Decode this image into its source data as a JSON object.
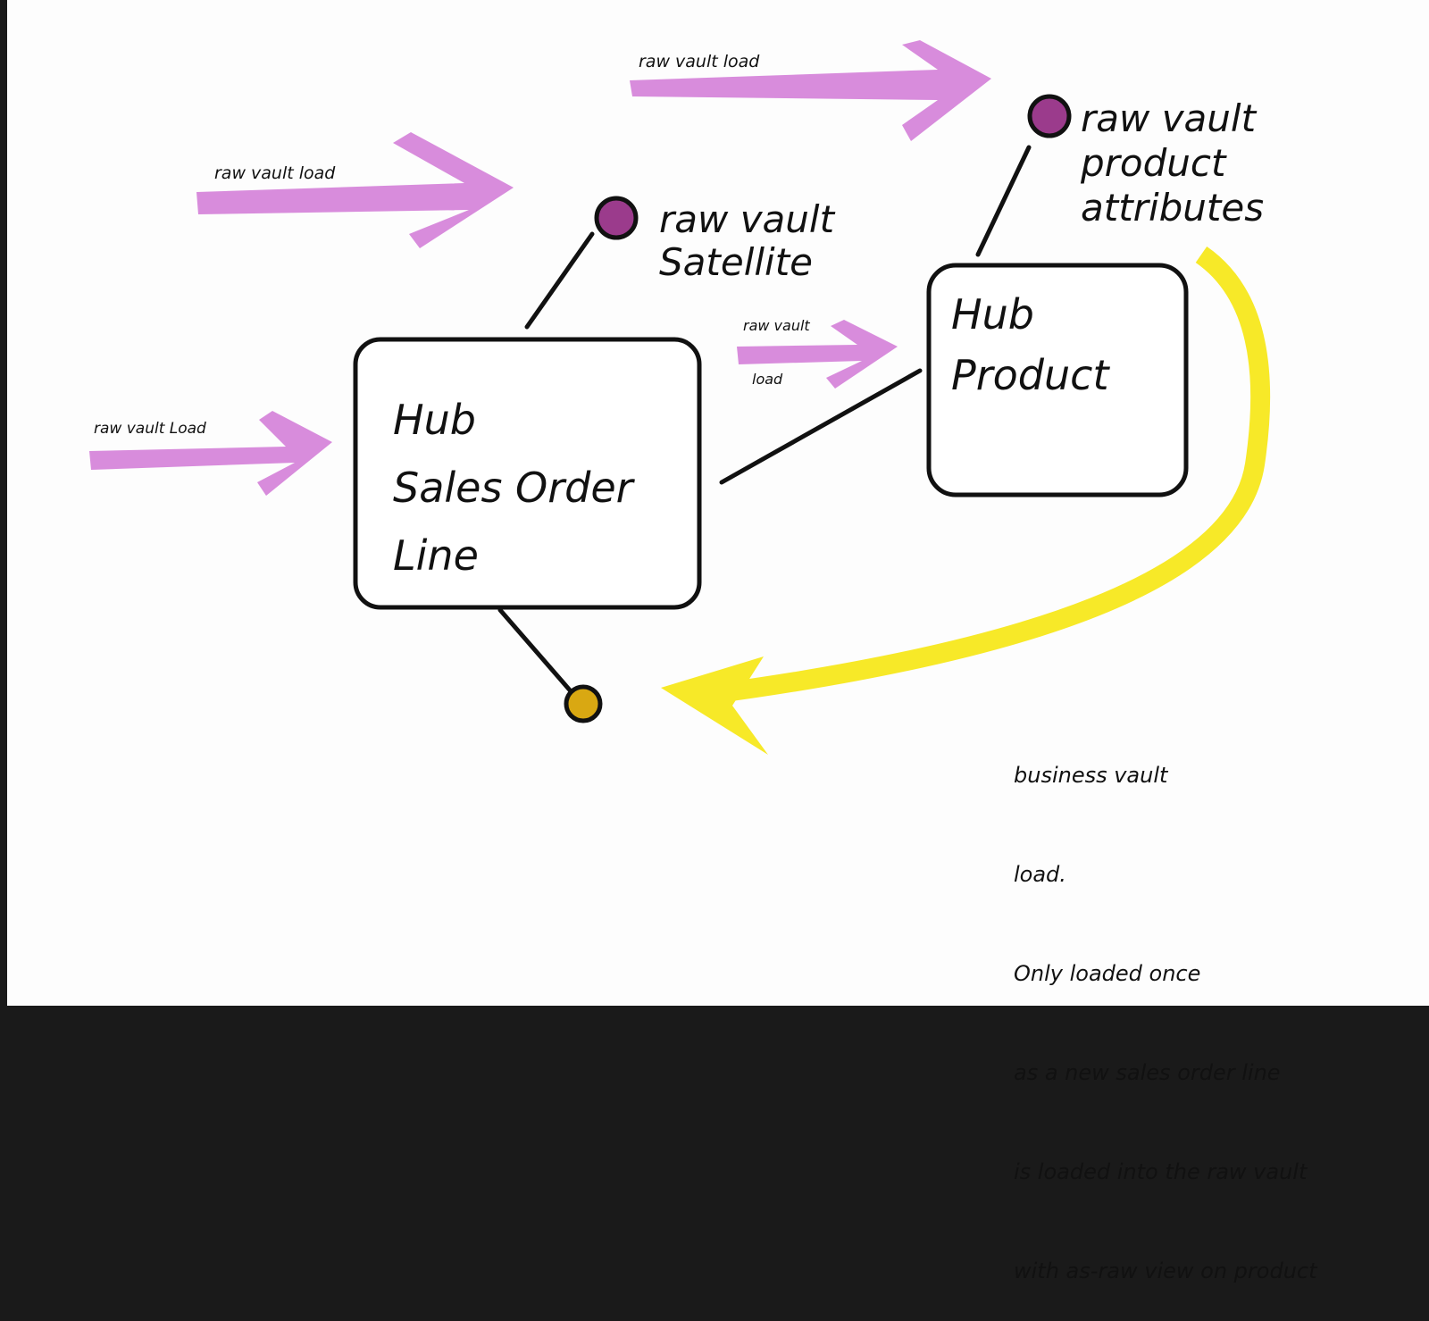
{
  "colors": {
    "raw_vault_arrow": "#d47fd8",
    "business_vault_arrow": "#f7e928",
    "satellite_dot": "#9b3b8c",
    "business_dot": "#d9a812",
    "ink": "#111111"
  },
  "arrows": {
    "top": "raw vault load",
    "upper_left": "raw vault load",
    "middle": "raw vault",
    "middle_2": "load",
    "left": "raw vault Load"
  },
  "satellites": {
    "sales_order_line": {
      "line1": "raw vault",
      "line2": "Satellite"
    },
    "product": {
      "line1": "raw vault",
      "line2": "product",
      "line3": "attributes"
    }
  },
  "hubs": {
    "sales_order_line": {
      "line1": "Hub",
      "line2": "Sales Order",
      "line3": "Line"
    },
    "product": {
      "line1": "Hub",
      "line2": "Product"
    }
  },
  "note": {
    "lines": [
      "business vault",
      "load.",
      "Only loaded once",
      "as a new sales order line",
      "is loaded into the raw vault",
      "with as-raw view on product"
    ]
  }
}
